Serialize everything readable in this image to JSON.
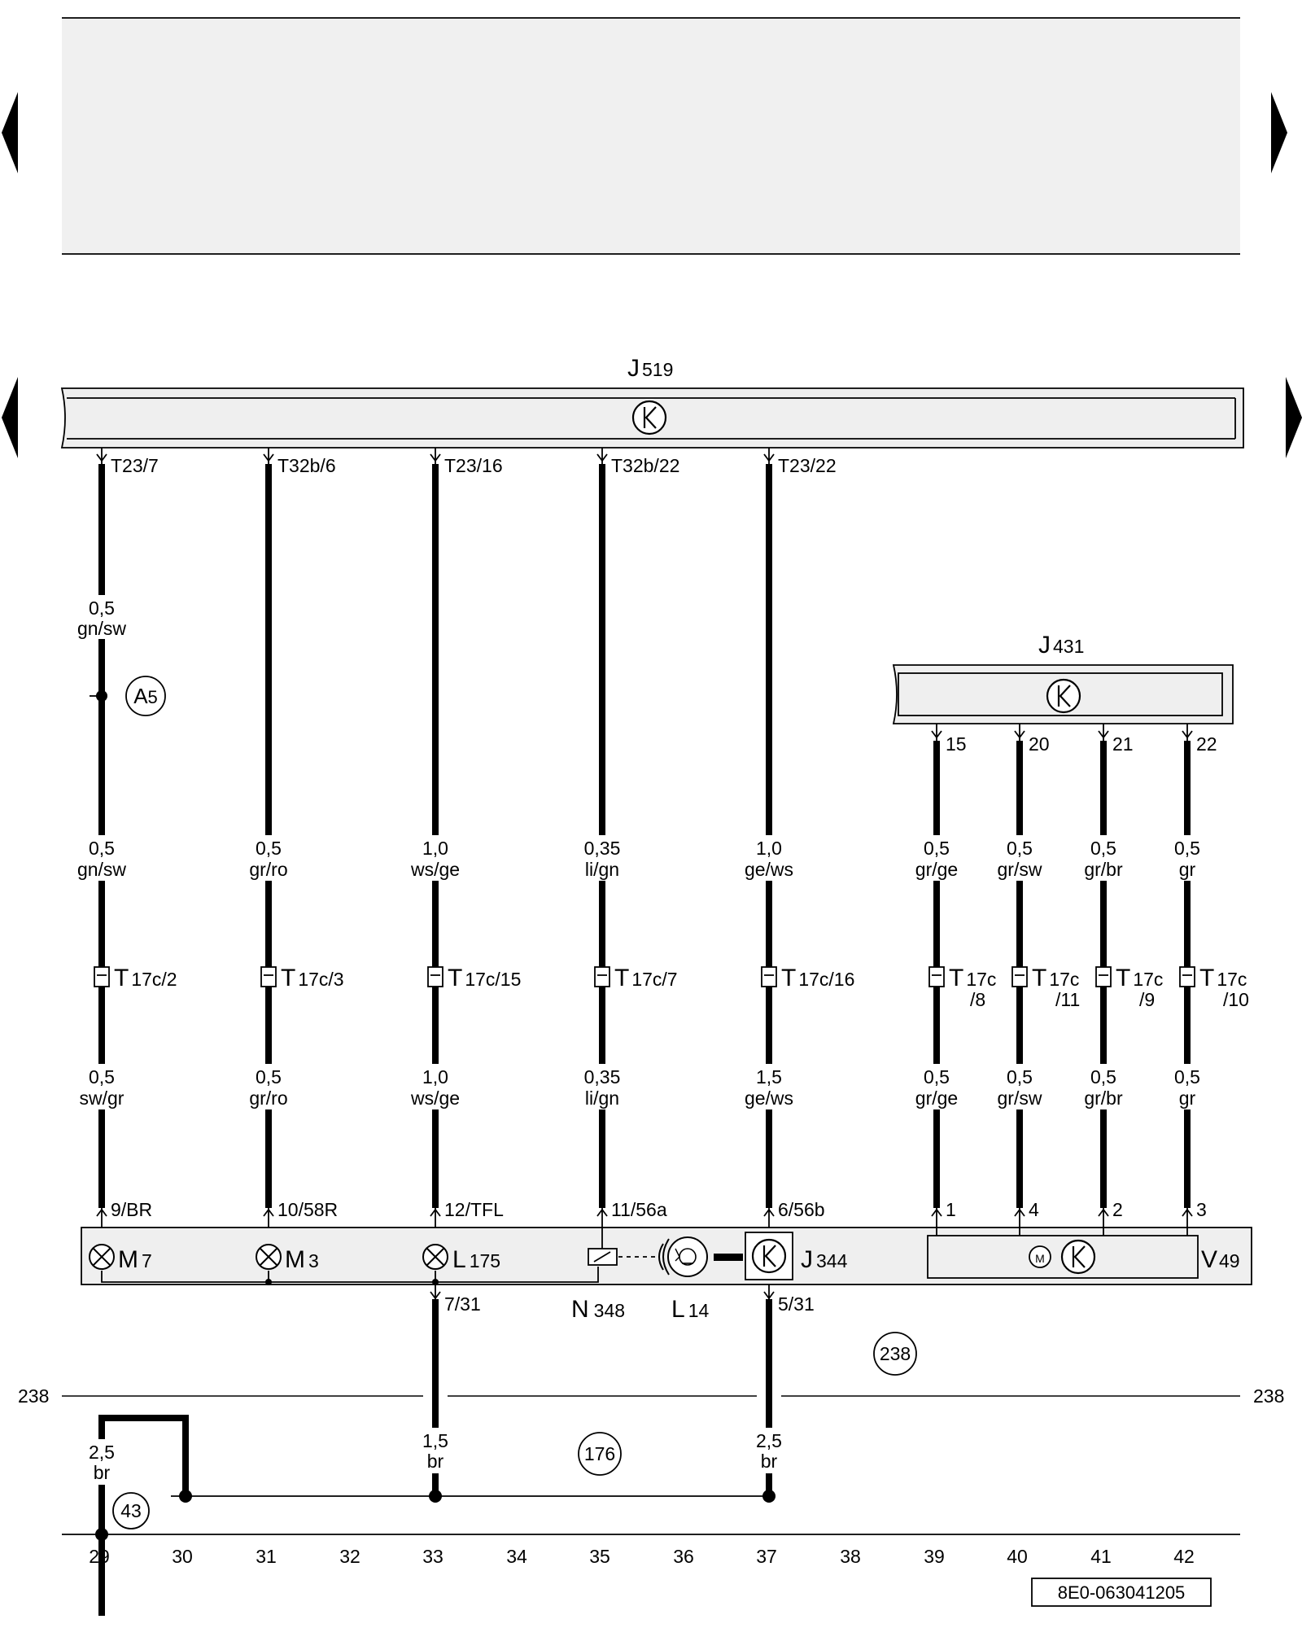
{
  "nav": {
    "arrow_color": "#000000",
    "banner_fill": "#f0f0f0",
    "module_fill": "#efefef"
  },
  "components": {
    "j519": {
      "name": "J",
      "sub": "519"
    },
    "j431": {
      "name": "J",
      "sub": "431"
    },
    "m7": {
      "name": "M",
      "sub": "7"
    },
    "m3": {
      "name": "M",
      "sub": "3"
    },
    "l175": {
      "name": "L",
      "sub": "175"
    },
    "n348": {
      "name": "N",
      "sub": "348"
    },
    "l14": {
      "name": "L",
      "sub": "14"
    },
    "j344": {
      "name": "J",
      "sub": "344"
    },
    "v49": {
      "name": "V",
      "sub": "49"
    }
  },
  "pins": {
    "j519": [
      "T23/7",
      "T32b/6",
      "T23/16",
      "T32b/22",
      "T23/22"
    ],
    "j431": [
      "15",
      "20",
      "21",
      "22"
    ],
    "unit_top": [
      "9/BR",
      "10/58R",
      "12/TFL",
      "11/56a",
      "6/56b",
      "1",
      "4",
      "2",
      "3"
    ],
    "unit_bottom": [
      "7/31",
      "5/31"
    ]
  },
  "wires": {
    "c29_top": [
      "0,5",
      "gn/sw"
    ],
    "upper": [
      [
        "0,5",
        "gn/sw"
      ],
      [
        "0,5",
        "gr/ro"
      ],
      [
        "1,0",
        "ws/ge"
      ],
      [
        "0,35",
        "li/gn"
      ],
      [
        "1,0",
        "ge/ws"
      ],
      [
        "0,5",
        "gr/ge"
      ],
      [
        "0,5",
        "gr/sw"
      ],
      [
        "0,5",
        "gr/br"
      ],
      [
        "0,5",
        "gr"
      ]
    ],
    "lower": [
      [
        "0,5",
        "sw/gr"
      ],
      [
        "0,5",
        "gr/ro"
      ],
      [
        "1,0",
        "ws/ge"
      ],
      [
        "0,35",
        "li/gn"
      ],
      [
        "1,5",
        "ge/ws"
      ],
      [
        "0,5",
        "gr/ge"
      ],
      [
        "0,5",
        "gr/sw"
      ],
      [
        "0,5",
        "gr/br"
      ],
      [
        "0,5",
        "gr"
      ]
    ],
    "ground": [
      [
        "2,5",
        "br"
      ],
      [
        "1,5",
        "br"
      ],
      [
        "2,5",
        "br"
      ]
    ]
  },
  "connectors": {
    "t17c": [
      "T",
      "T",
      "T",
      "T",
      "T",
      "T",
      "T",
      "T",
      "T"
    ],
    "t17c_sub": [
      "17c/2",
      "17c/3",
      "17c/15",
      "17c/7",
      "17c/16",
      "17c",
      "17c",
      "17c",
      "17c"
    ],
    "t17c_sub2": [
      "",
      "",
      "",
      "",
      "",
      "/8",
      "/11",
      "/9",
      "/10"
    ]
  },
  "references": {
    "a5": {
      "name": "A",
      "sub": "5"
    },
    "n238_circle": "238",
    "n176": "176",
    "n43": "43",
    "line238_left": "238",
    "line238_right": "238"
  },
  "columns": [
    "29",
    "30",
    "31",
    "32",
    "33",
    "34",
    "35",
    "36",
    "37",
    "38",
    "39",
    "40",
    "41",
    "42"
  ],
  "doc_code": "8E0-063041205"
}
